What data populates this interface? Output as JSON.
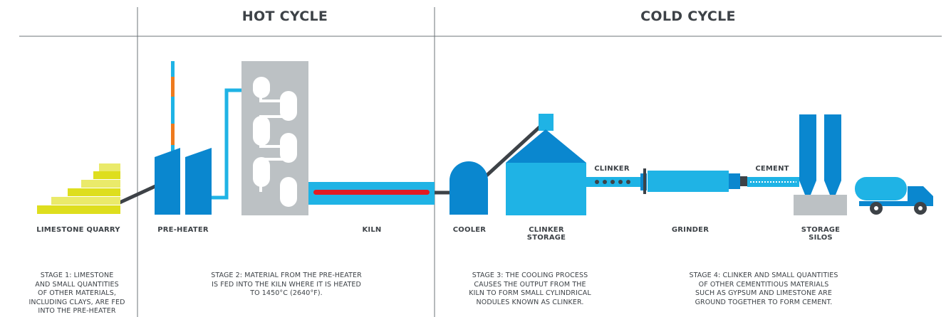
{
  "headers": {
    "hot": "HOT CYCLE",
    "cold": "COLD CYCLE"
  },
  "labels": {
    "quarry": "LIMESTONE QUARRY",
    "preheater": "PRE-HEATER",
    "kiln": "KILN",
    "cooler": "COOLER",
    "clinker_storage": "CLINKER\nSTORAGE",
    "grinder": "GRINDER",
    "storage_silos": "STORAGE\nSILOS",
    "clinker": "CLINKER",
    "cement": "CEMENT"
  },
  "stages": {
    "stage1": "STAGE 1: LIMESTONE\nAND SMALL QUANTITIES\nOF OTHER MATERIALS,\nINCLUDING CLAYS, ARE FED\nINTO THE PRE-HEATER",
    "stage2": "STAGE 2: MATERIAL FROM THE PRE-HEATER\nIS FED INTO THE KILN WHERE IT IS HEATED\nTO 1450°C (2640°F).",
    "stage3": "STAGE 3: THE COOLING PROCESS\nCAUSES THE OUTPUT FROM THE\nKILN TO FORM SMALL CYLINDRICAL\nNODULES KNOWN AS CLINKER.",
    "stage4": "STAGE 4: CLINKER AND SMALL QUANTITIES\nOF OTHER CEMENTITIOUS MATERIALS\nSUCH AS GYPSUM AND LIMESTONE ARE\nGROUND TOGETHER TO FORM CEMENT."
  },
  "colors": {
    "blue": "#0a87cf",
    "light_blue": "#1fb3e5",
    "yellow": "#dede1e",
    "light_yellow": "#eaea6a",
    "grey": "#bcc1c4",
    "dark": "#3d4247",
    "orange": "#ee7a1e",
    "red": "#e11b22"
  }
}
